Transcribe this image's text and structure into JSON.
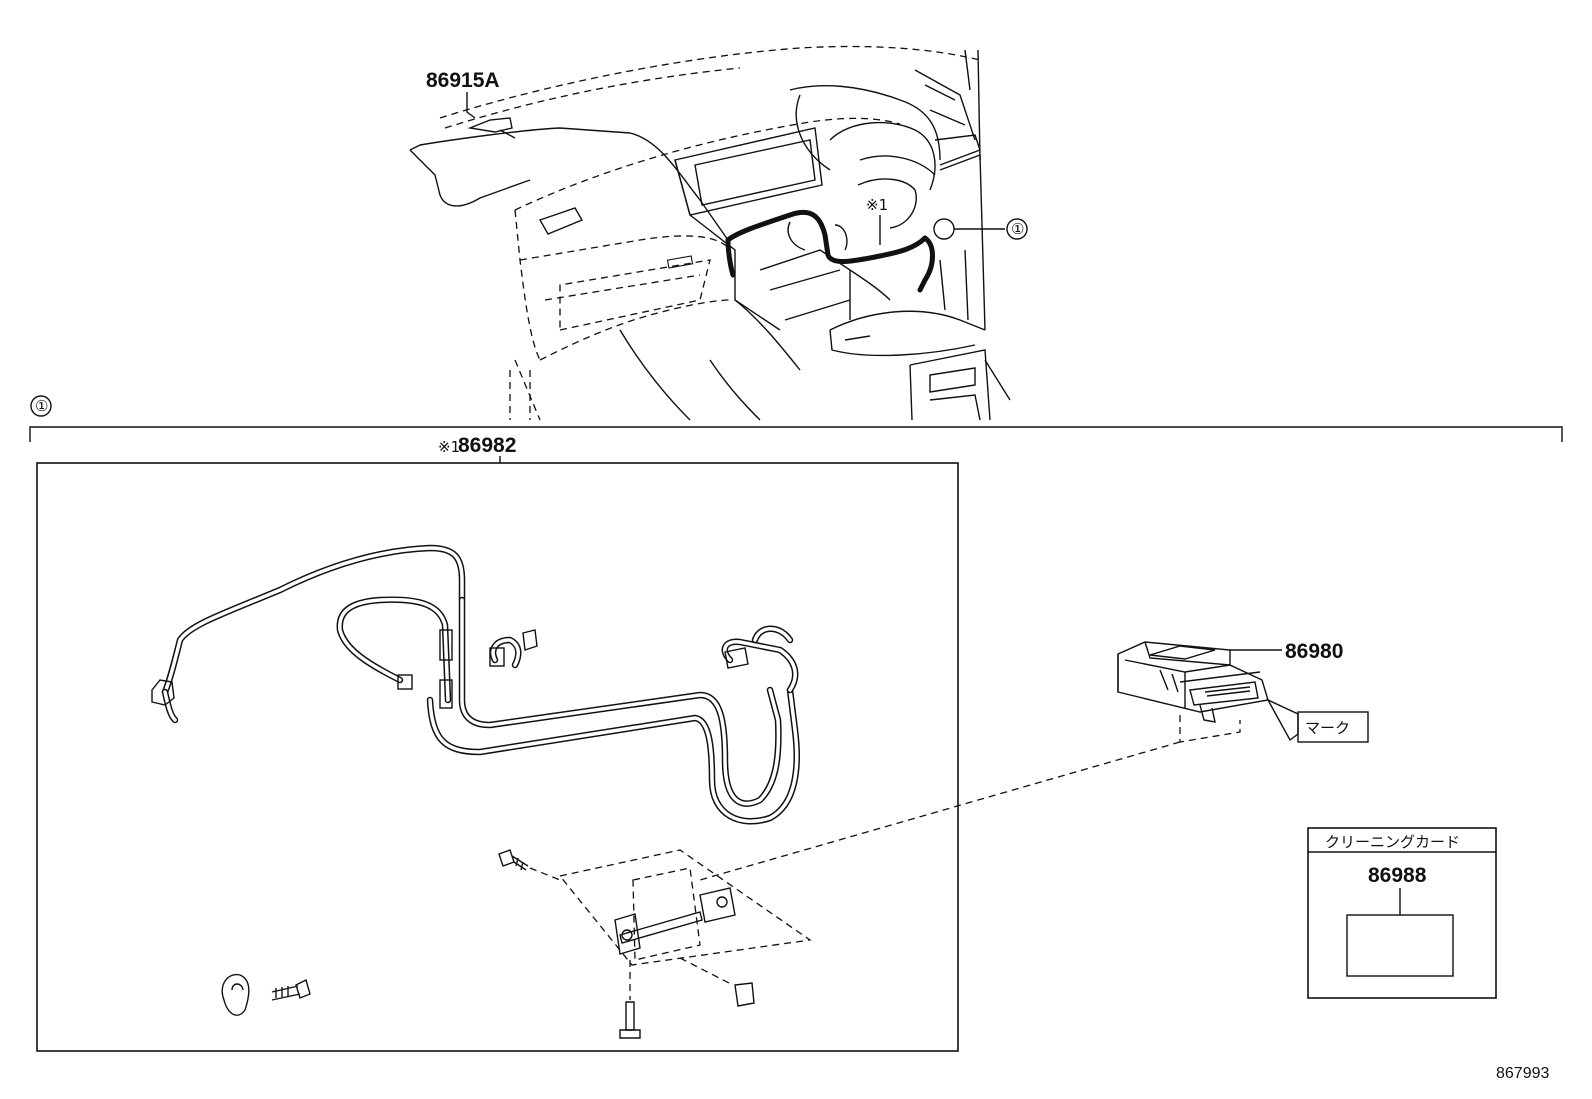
{
  "diagram": {
    "labels": {
      "part_86915A": "86915A",
      "part_86982": "86982",
      "part_86980": "86980",
      "part_86988": "86988",
      "note_mark": "※1",
      "note_mark_small": "※1",
      "circle_ref": "①",
      "circle_ref_section": "①",
      "mark_label": "マーク",
      "cleaning_card_title": "クリーニングカード",
      "figure_number": "867993"
    }
  }
}
